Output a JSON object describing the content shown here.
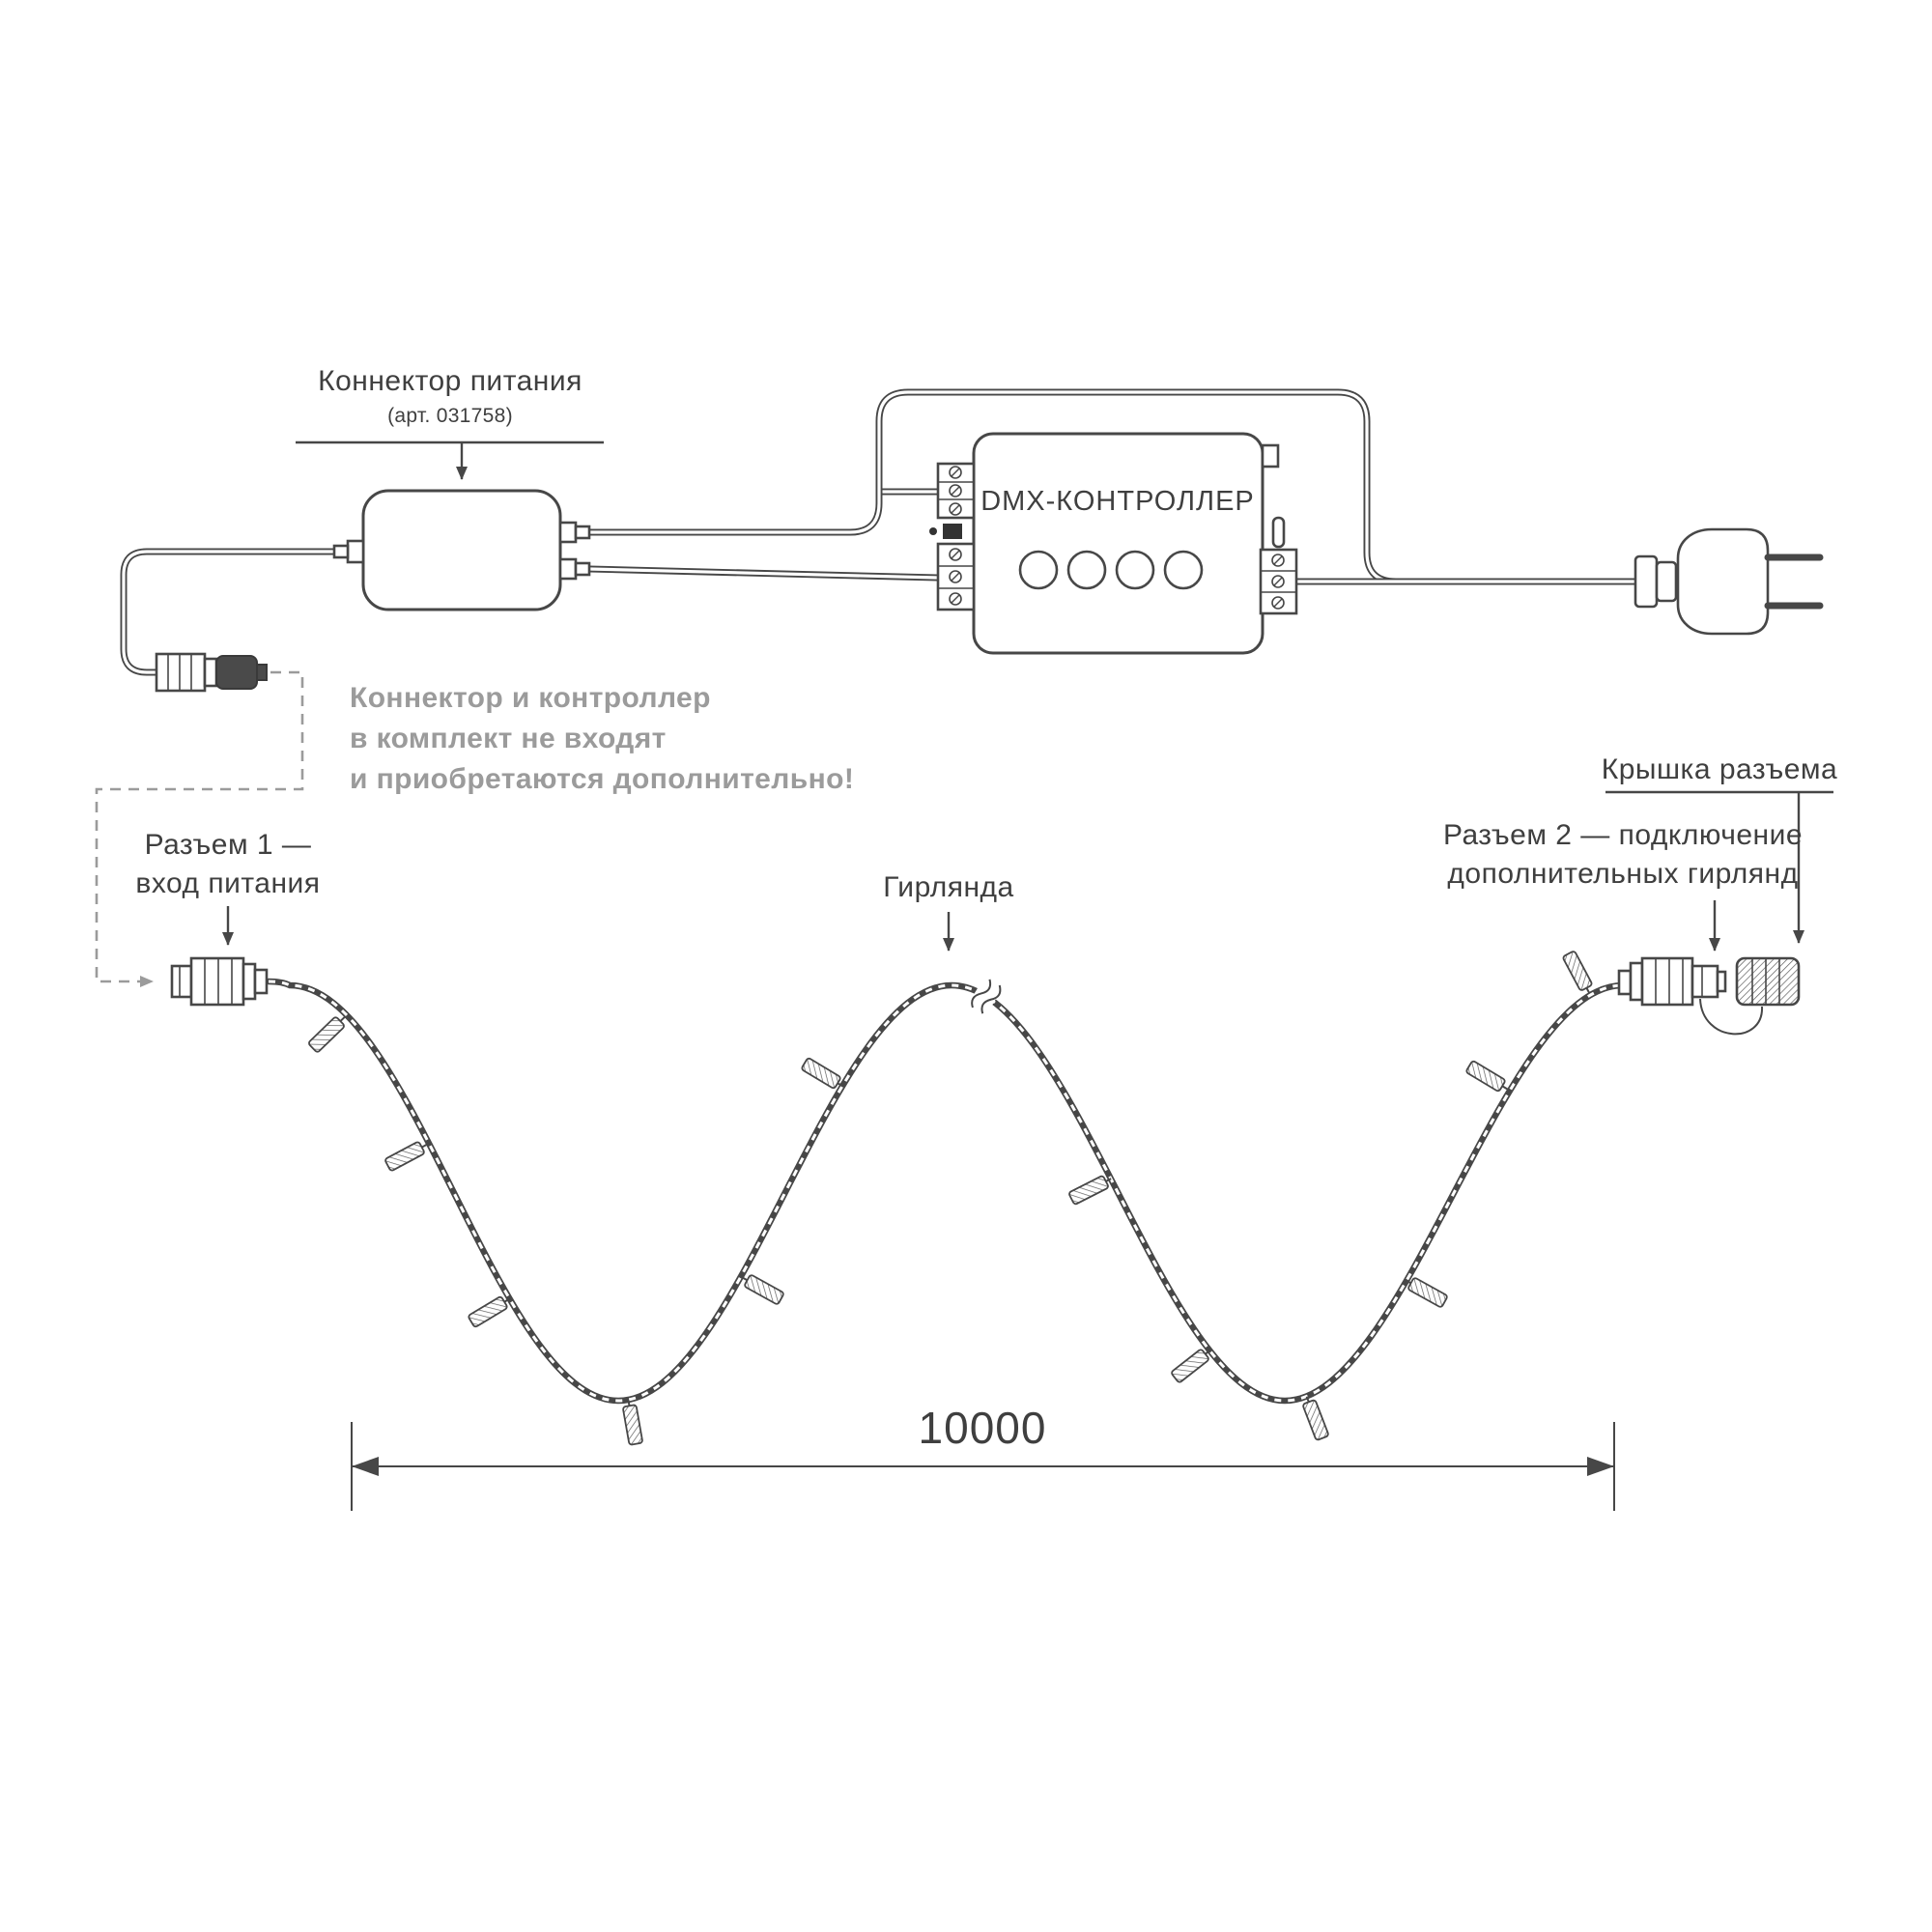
{
  "diagram": {
    "power_connector_label": {
      "title": "Коннектор питания",
      "art": "(арт. 031758)"
    },
    "controller": {
      "title": "DMX-КОНТРОЛЛЕР"
    },
    "note": {
      "line1": "Коннектор и контроллер",
      "line2": "в комплект не входят",
      "line3": "и приобретаются дополнительно!"
    },
    "connector1_label": {
      "line1": "Разъем 1 —",
      "line2": "вход питания"
    },
    "garland_label": "Гирлянда",
    "cap_label": "Крышка разъема",
    "connector2_label": {
      "line1": "Разъем 2 — подключение",
      "line2": "дополнительных гирлянд"
    },
    "dimension": "10000"
  },
  "colors": {
    "ink": "#474747",
    "muted": "#9b9b9b",
    "background": "#ffffff"
  }
}
